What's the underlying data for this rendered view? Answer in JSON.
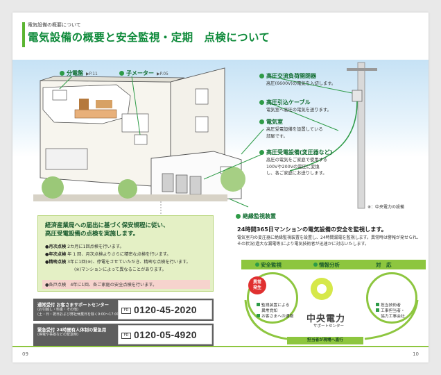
{
  "header": {
    "subtitle": "電気設備の概要について",
    "title": "電気設備の概要と安全監視・定期　点検について"
  },
  "page_numbers": {
    "left": "09",
    "right": "10"
  },
  "labels": {
    "breaker": {
      "name": "分電盤",
      "ref": "▶P.11"
    },
    "meter": {
      "name": "子メーター",
      "ref": "▶P.05"
    },
    "switch": {
      "name": "高圧交流負荷開閉器",
      "desc": "高圧(6600V)の電気を入切します。"
    },
    "cable": {
      "name": "高圧引込ケーブル",
      "desc": "電気室へ高圧の電気を送ります。"
    },
    "room": {
      "name": "電気室",
      "desc": [
        "高圧受電設備を設置している",
        "部屋です。"
      ]
    },
    "transformer": {
      "name": "高圧受電設備(変圧器など)",
      "desc": [
        "高圧の電気をご家庭で使用する",
        "100Vや200Vの電圧に変換",
        "し、各ご家庭にお送りします。"
      ]
    },
    "monitor": {
      "name": "絶縁監視装置"
    }
  },
  "note": "※：中央電力の設備",
  "inspection": {
    "title_lines": [
      "経済産業局への届出に基づく保安規程に従い、",
      "高圧受電設備の点検を実施します。"
    ],
    "rows": [
      {
        "key": "●月次点検",
        "text": "2カ月に1回点検を行います。"
      },
      {
        "key": "●年次点検",
        "text": "年 1 回、月次点検よりさらに精密な点検を行います。"
      },
      {
        "key": "●精密点検",
        "text": "3年に1回(※)、停電をさせていただき、精密な点検を行います。"
      },
      {
        "key": "",
        "text": "(※)マンションによって異なることがあります。"
      }
    ],
    "pink_row": "●各戸点検　4年に1回、各ご家庭の安全点検を行います。"
  },
  "contacts": [
    {
      "title": "通常受付 お客さまサポートセンター",
      "lines": [
        "(お引越し・料金・その他)",
        "(土・日・祝日および弊社休業日を除く9:00～17:00)"
      ],
      "freedial": "FD",
      "phone": "0120-45-2020"
    },
    {
      "title": "緊急受付 24時間有人体制の緊急用",
      "lines": [
        "(停電や事故などの緊急時)"
      ],
      "freedial": "FD",
      "phone": "0120-05-4920"
    }
  ],
  "monitoring": {
    "title": "24時間365日マンションの電気設備の安全を監視します。",
    "desc": "電気室内の変圧器に絶縁監視装置を設置し、24時間漏電を監視します。異常時は警報が発せられ、その状況(過大な漏電等)により電気技術者が迅速かに対応いたします。"
  },
  "flow": {
    "steps": [
      "安全監視",
      "情報分析",
      "対　応"
    ],
    "alert": [
      "異常",
      "発生"
    ],
    "left_items": [
      "監視装置による",
      "異常覚知",
      "お客さまへの通報"
    ],
    "right_items": [
      "担当技術者",
      "工事担当者・",
      "協力工事会社"
    ],
    "company": "中央電力",
    "center": "サポートセンター",
    "bottom": "担当者が現場へ直行"
  },
  "colors": {
    "accent": "#0e8a3a",
    "light_green": "#8dc63f",
    "box_bg": "#e4f0c5",
    "alert": "#e03030"
  }
}
